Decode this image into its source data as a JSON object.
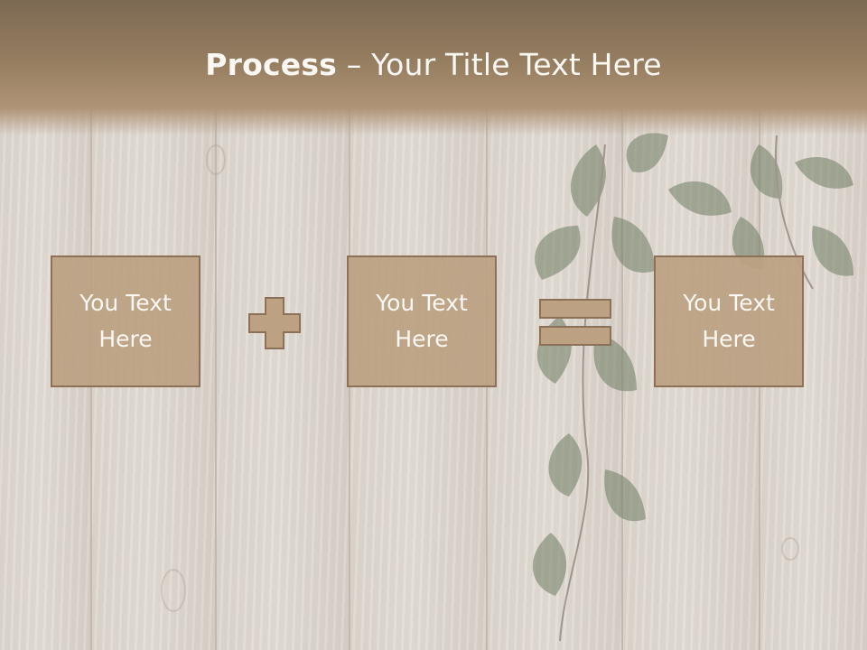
{
  "slide": {
    "title_bold": "Process",
    "title_rest": " – Your Title Text Here"
  },
  "process": {
    "boxes": [
      {
        "text": "You Text Here"
      },
      {
        "text": "You Text Here"
      },
      {
        "text": "You Text Here"
      }
    ],
    "operators": [
      "plus",
      "equals"
    ]
  },
  "colors": {
    "header": "#957d60",
    "box_fill": "#bca182",
    "box_border": "#8c7158",
    "text": "#fbf8f3",
    "background_wood": "#ddd6ce"
  },
  "icons": [
    "plus-icon",
    "equals-icon"
  ]
}
